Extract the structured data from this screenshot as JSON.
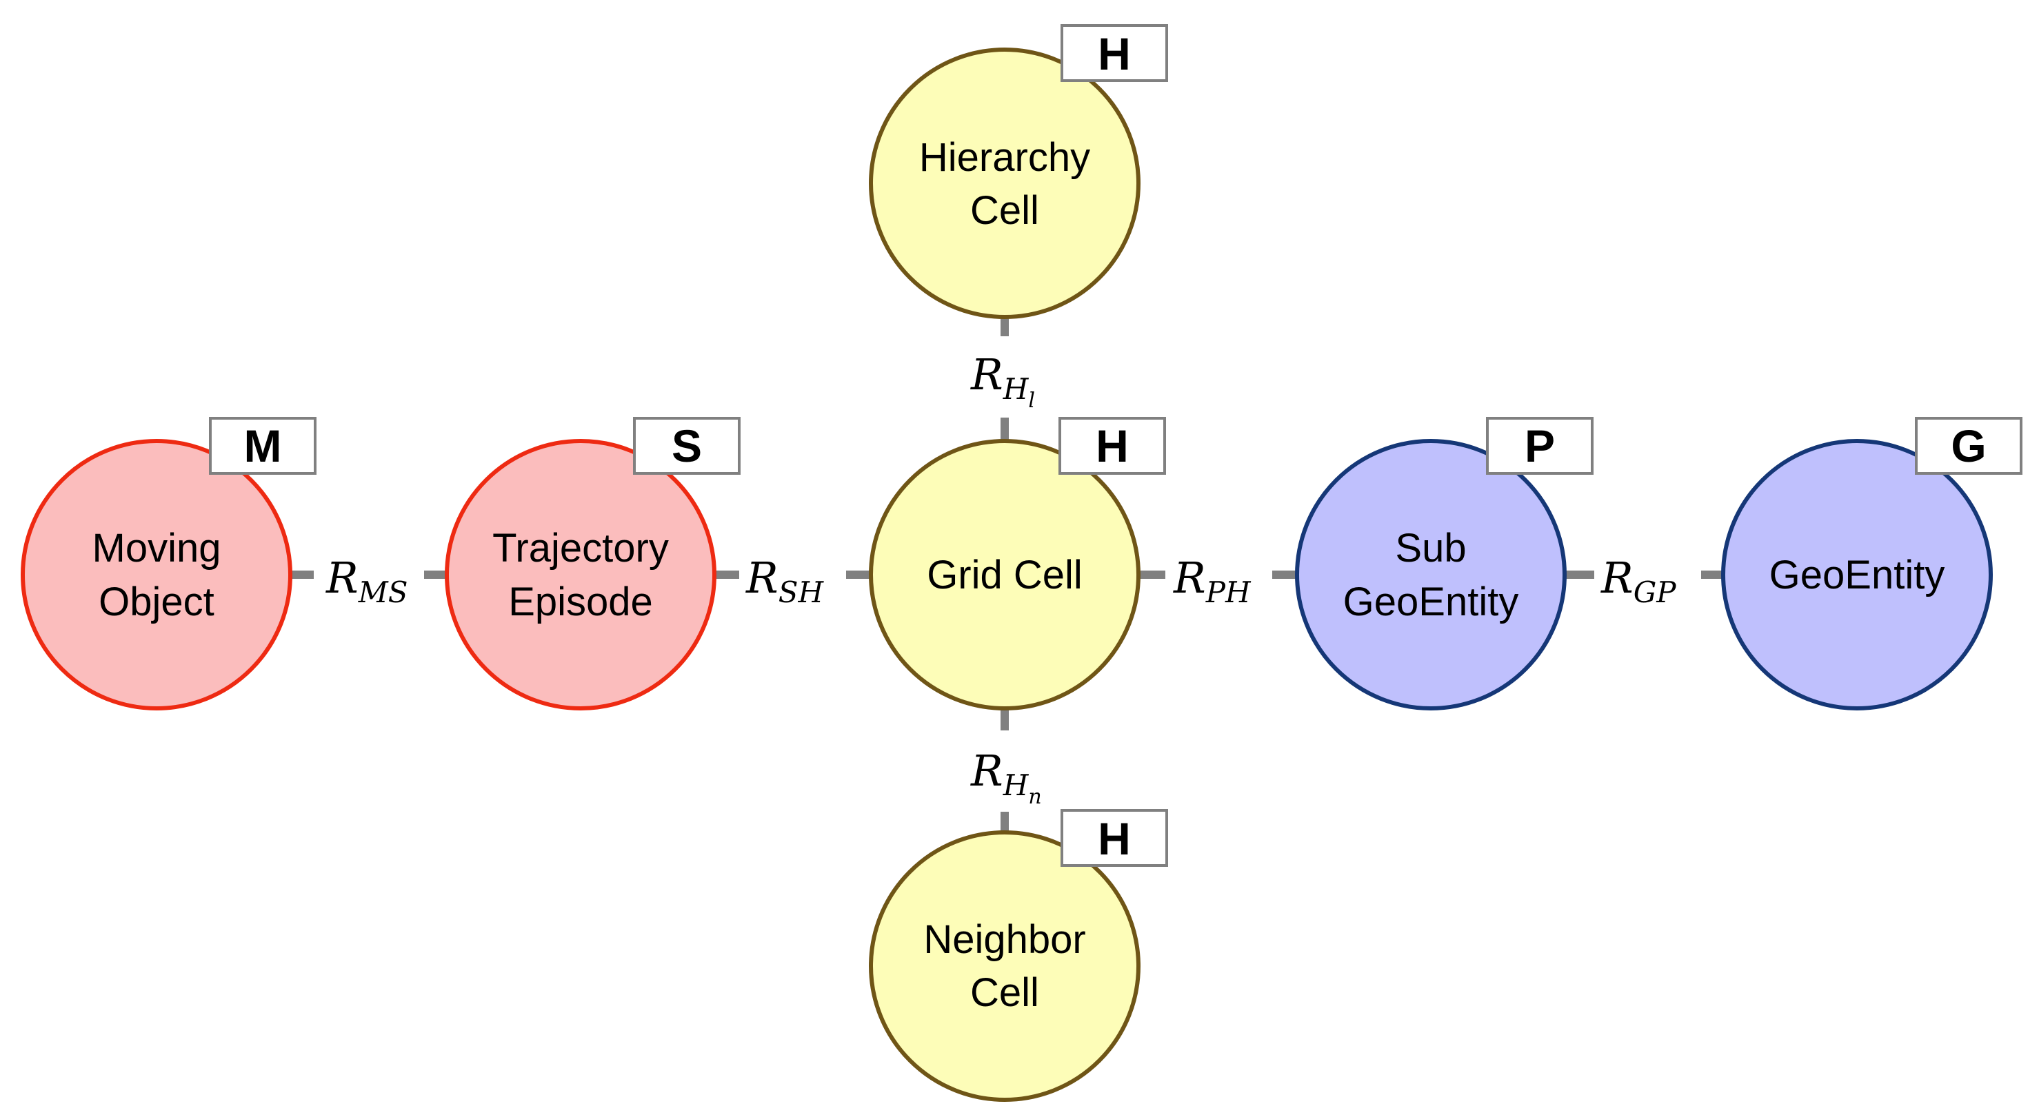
{
  "nodes": {
    "moving_object": {
      "lines": [
        "Moving",
        "Object"
      ],
      "badge": "M",
      "fill": "#FBBDBD",
      "stroke": "#EE2A12"
    },
    "trajectory_episode": {
      "lines": [
        "Trajectory",
        "Episode"
      ],
      "badge": "S",
      "fill": "#FBBDBD",
      "stroke": "#EE2A12"
    },
    "grid_cell": {
      "lines": [
        "Grid Cell"
      ],
      "badge": "H",
      "fill": "#FDFDB8",
      "stroke": "#6F5516"
    },
    "hierarchy_cell": {
      "lines": [
        "Hierarchy",
        "Cell"
      ],
      "badge": "H",
      "fill": "#FDFDB8",
      "stroke": "#6F5516"
    },
    "neighbor_cell": {
      "lines": [
        "Neighbor",
        "Cell"
      ],
      "badge": "H",
      "fill": "#FDFDB8",
      "stroke": "#6F5516"
    },
    "sub_geoentity": {
      "lines": [
        "Sub",
        "GeoEntity"
      ],
      "badge": "P",
      "fill": "#BFC0FD",
      "stroke": "#153777"
    },
    "geoentity": {
      "lines": [
        "GeoEntity"
      ],
      "badge": "G",
      "fill": "#BFC0FD",
      "stroke": "#153777"
    }
  },
  "relations": {
    "r_ms": {
      "main": "R",
      "sub": "MS",
      "subsub": ""
    },
    "r_sh": {
      "main": "R",
      "sub": "SH",
      "subsub": ""
    },
    "r_ph": {
      "main": "R",
      "sub": "PH",
      "subsub": ""
    },
    "r_gp": {
      "main": "R",
      "sub": "GP",
      "subsub": ""
    },
    "r_hl": {
      "main": "R",
      "sub": "H",
      "subsub": "l"
    },
    "r_hn": {
      "main": "R",
      "sub": "H",
      "subsub": "n"
    }
  },
  "colors": {
    "edge": "#808080",
    "badge_stroke": "#808080",
    "badge_fill": "#FFFFFF"
  }
}
